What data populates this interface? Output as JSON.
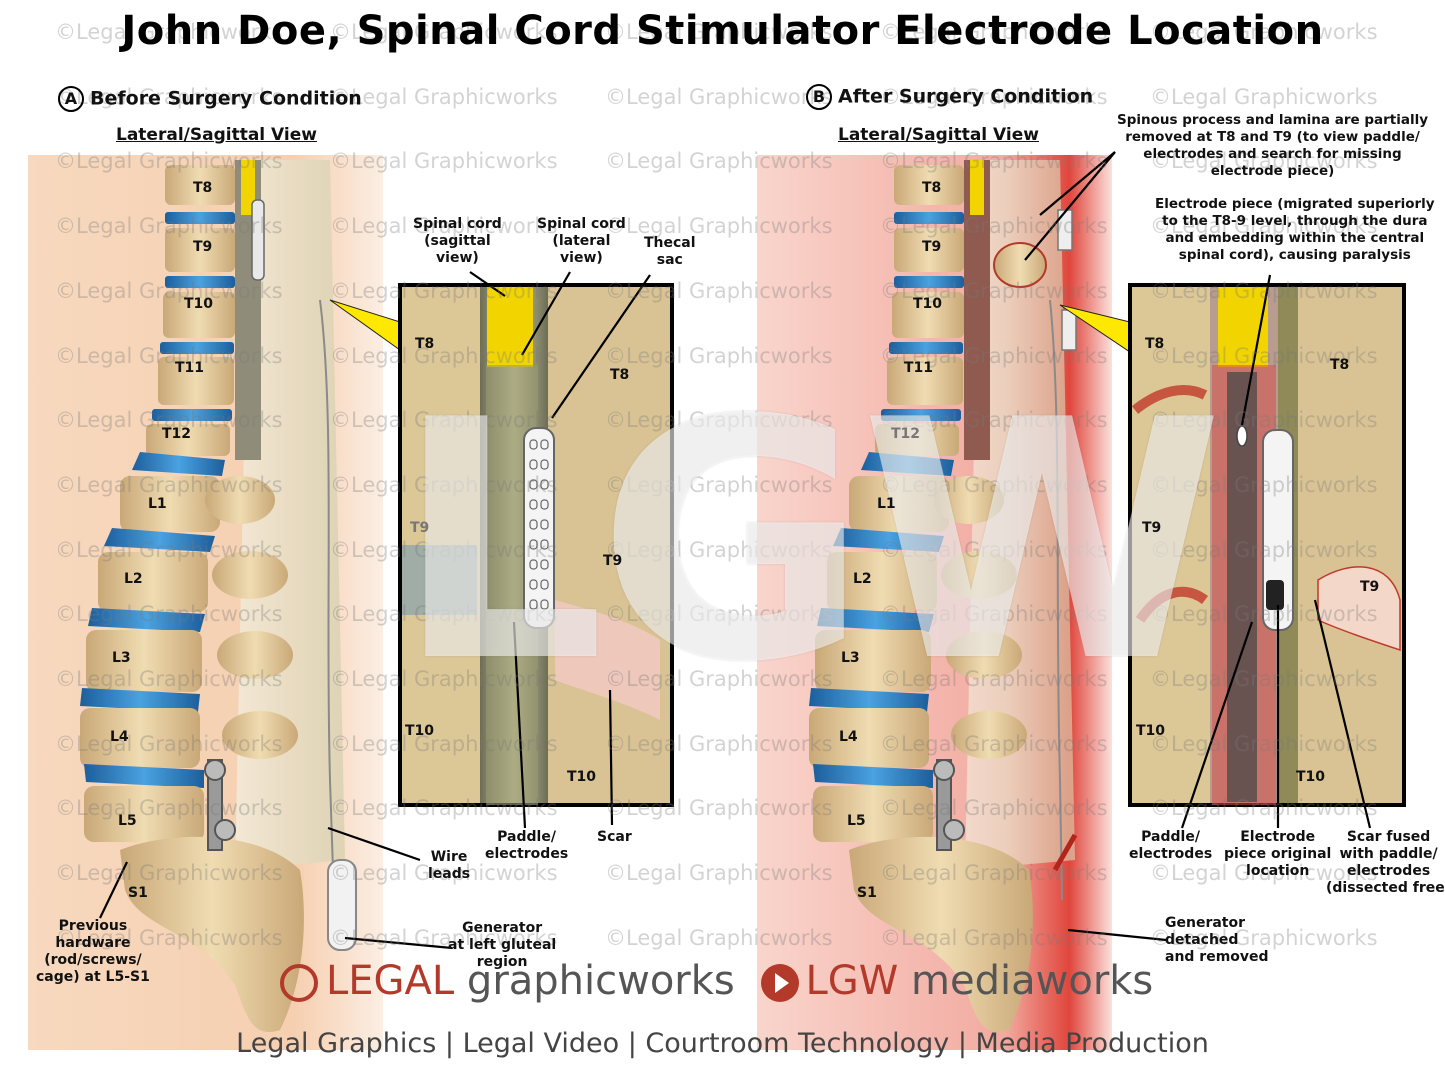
{
  "title": "John Doe, Spinal Cord Stimulator Electrode Location",
  "watermark": "©Legal Graphicworks",
  "center_watermark": "LGW",
  "panel_a": {
    "letter": "A",
    "heading": "Before Surgery Condition",
    "view": "Lateral/Sagittal View",
    "vertebrae": [
      "T8",
      "T9",
      "T10",
      "T11",
      "T12",
      "L1",
      "L2",
      "L3",
      "L4",
      "L5",
      "S1"
    ],
    "inset_vertebrae": [
      "T8",
      "T8",
      "T9",
      "T9",
      "T10",
      "T10"
    ],
    "labels": {
      "spinal_cord_sagittal": "Spinal cord\n(sagittal\nview)",
      "spinal_cord_lateral": "Spinal cord\n(lateral\nview)",
      "thecal_sac": "Thecal\nsac",
      "paddle": "Paddle/\nelectrodes",
      "scar": "Scar",
      "wire_leads": "Wire\nleads",
      "generator": "Generator\nat left gluteal\nregion",
      "previous_hardware": "Previous\nhardware\n(rod/screws/\ncage) at L5-S1"
    }
  },
  "panel_b": {
    "letter": "B",
    "heading": "After Surgery Condition",
    "view": "Lateral/Sagittal View",
    "vertebrae": [
      "T8",
      "T9",
      "T10",
      "T11",
      "T12",
      "L1",
      "L2",
      "L3",
      "L4",
      "L5",
      "S1"
    ],
    "inset_vertebrae": [
      "T8",
      "T8",
      "T9",
      "T9",
      "T10",
      "T10"
    ],
    "labels": {
      "spinous_process": "Spinous process and lamina are partially\nremoved at T8 and T9 (to view paddle/\nelectrodes and search for missing\nelectrode piece)",
      "electrode_piece": "Electrode piece (migrated superiorly\nto the T8-9 level, through the dura\nand embedding within the central\nspinal cord), causing paralysis",
      "paddle": "Paddle/\nelectrodes",
      "electrode_original": "Electrode\npiece original\nlocation",
      "scar_fused": "Scar fused\nwith paddle/\nelectrodes\n(dissected free)",
      "generator_removed": "Generator\ndetached\nand removed"
    }
  },
  "branding": {
    "legal": "LEGAL",
    "graphicworks": "graphicworks",
    "lgw": "LGW",
    "mediaworks": "mediaworks",
    "tagline": "Legal Graphics | Legal Video | Courtroom Technology | Media Production"
  },
  "colors": {
    "skin_a": "#f6cfb0",
    "skin_b": "#f3b7ad",
    "bone": "#e9d3a8",
    "disc": "#2f7fc4",
    "cord": "#f2d500",
    "accent_red": "#d9332a",
    "callout_yellow": "#ffe800"
  }
}
